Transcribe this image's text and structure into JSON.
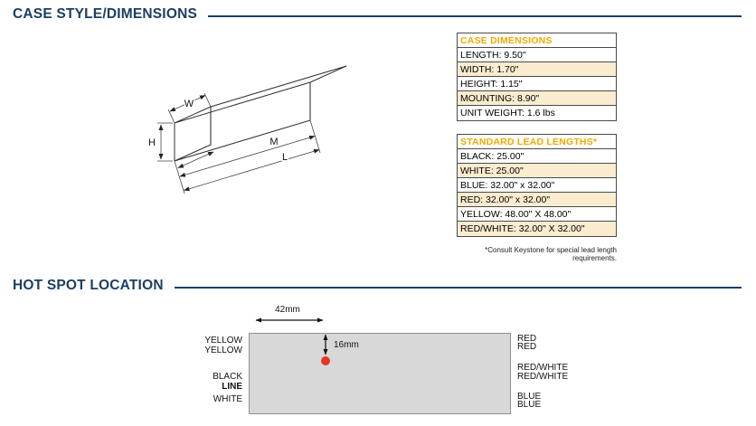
{
  "colors": {
    "heading_navy": "#1c3f63",
    "table_title_gold": "#f2a900",
    "row_shade_tan": "#fbecd0",
    "hotspot_case_gray": "#d8d8d8",
    "hot_spot_dot_red": "#e8351f"
  },
  "sections": {
    "case_style": "CASE STYLE/DIMENSIONS",
    "hot_spot": "HOT SPOT LOCATION"
  },
  "case_dimensions": {
    "title": "CASE DIMENSIONS",
    "rows": [
      "LENGTH: 9.50\"",
      "WIDTH: 1.70\"",
      "HEIGHT: 1.15\"",
      "MOUNTING: 8.90\"",
      "UNIT WEIGHT: 1.6 lbs"
    ]
  },
  "lead_lengths": {
    "title": "STANDARD LEAD LENGTHS*",
    "rows": [
      "BLACK: 25.00\"",
      "WHITE: 25.00\"",
      "BLUE: 32.00\" x 32.00\"",
      "RED: 32.00\" x 32.00\"",
      "YELLOW: 48.00\" X 48.00\"",
      "RED/WHITE: 32.00\" X 32.00\""
    ],
    "footnote": "*Consult Keystone for special lead length requirements."
  },
  "case_drawing": {
    "labels": {
      "width": "W",
      "height": "H",
      "mounting": "M",
      "length": "L"
    }
  },
  "hot_spot": {
    "horizontal_dim": "42mm",
    "vertical_dim": "16mm",
    "left_labels": [
      "YELLOW",
      "YELLOW",
      "BLACK",
      "LINE",
      "WHITE"
    ],
    "right_labels": [
      "RED",
      "RED",
      "RED/WHITE",
      "RED/WHITE",
      "BLUE",
      "BLUE"
    ]
  }
}
